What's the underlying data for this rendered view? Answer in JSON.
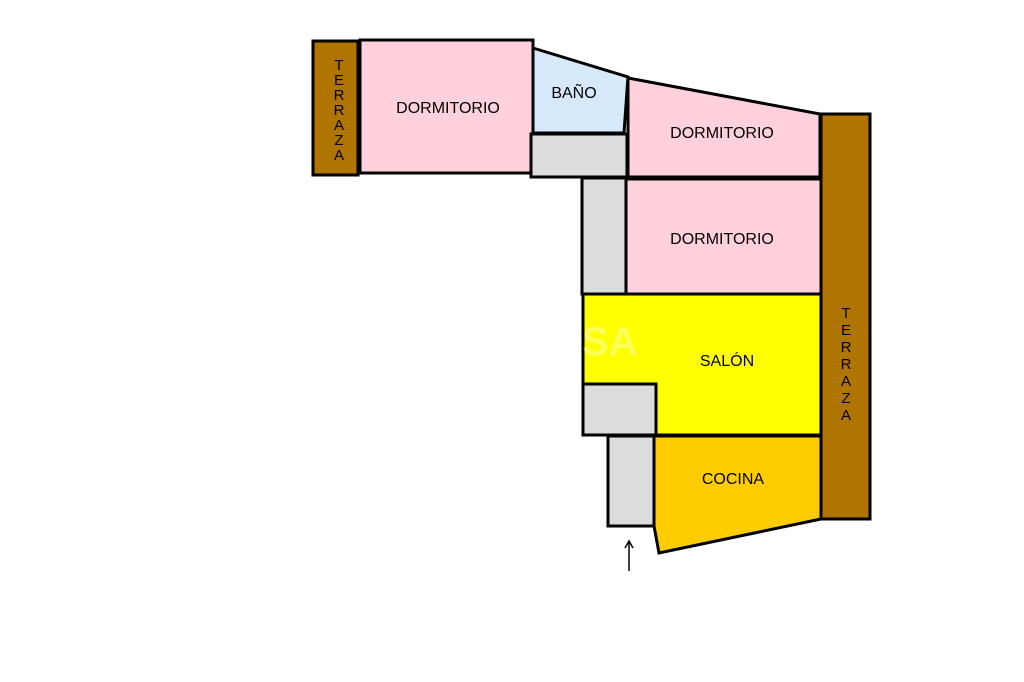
{
  "colors": {
    "terrace": "#b07400",
    "bedroom": "#ffd1dc",
    "bathroom": "#d6e9fb",
    "corridor": "#dcdcdc",
    "living": "#ffff00",
    "kitchen": "#ffcc00",
    "outline": "#000000"
  },
  "rooms": {
    "terrace_left": "TERRAZA",
    "bedroom_1": "DORMITORIO",
    "bathroom": "BAÑO",
    "bedroom_2": "DORMITORIO",
    "bedroom_3": "DORMITORIO",
    "living": "SALÓN",
    "kitchen": "COCINA",
    "terrace_right": "TERRAZA"
  },
  "entrance_icon": "arrow-up-icon"
}
